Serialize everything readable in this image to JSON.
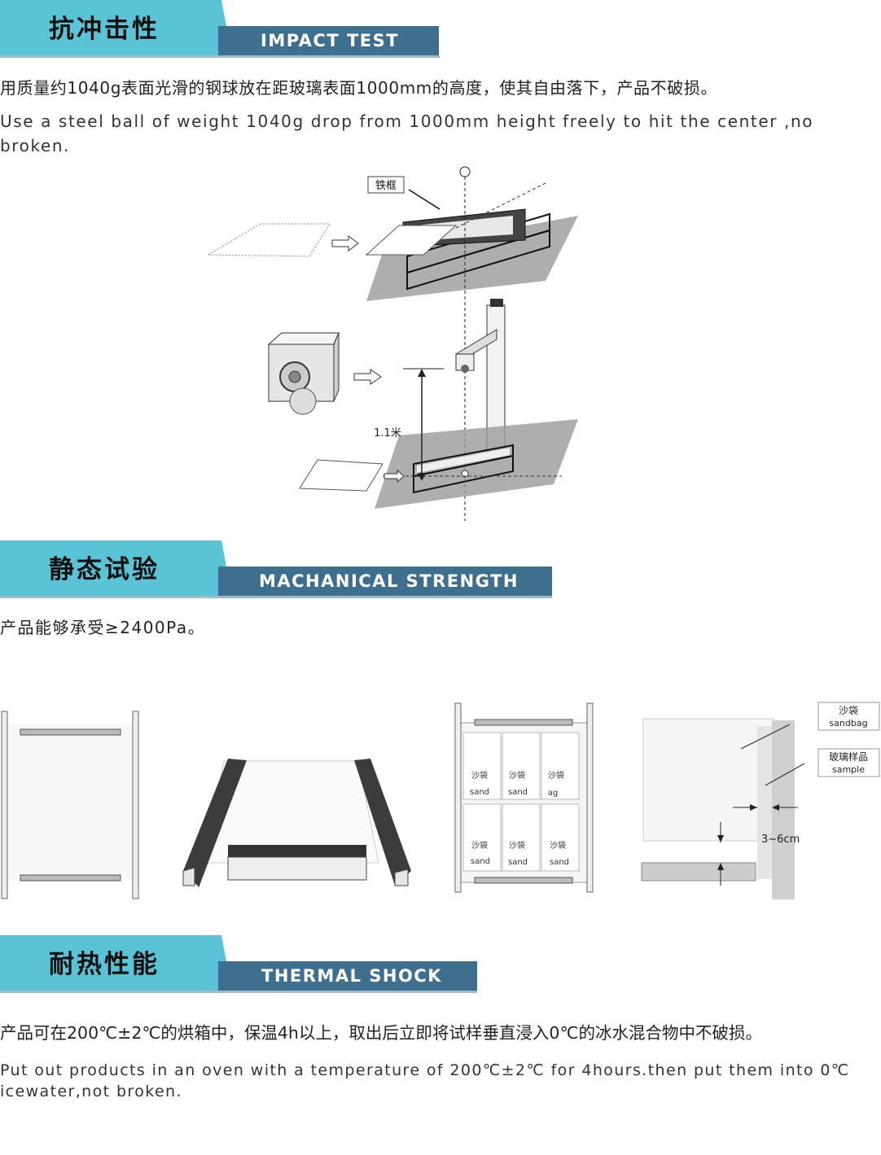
{
  "impact": {
    "title_cn": "抗冲击性",
    "title_en": "IMPACT TEST",
    "desc_cn": "用质量约1040g表面光滑的钢球放在距玻璃表面1000mm的高度，使其自由落下，产品不破损。",
    "desc_en": "Use a steel ball of weight 1040g drop from 1000mm height freely to hit the center ,no broken.",
    "label_frame": "铁框",
    "label_height": "1.1米"
  },
  "mechanical": {
    "title_cn": "静态试验",
    "title_en": "MACHANICAL STRENGTH",
    "desc_cn": "产品能够承受≥2400Pa。",
    "bag_cn": "沙袋",
    "bag_en": [
      "sand",
      "sand",
      "ag",
      "sand",
      "sand",
      "sand"
    ],
    "callout_bag_cn": "沙袋",
    "callout_bag_en": "sandbag",
    "callout_sample_cn": "玻璃样品",
    "callout_sample_en": "sample",
    "dim_label": "3~6cm"
  },
  "thermal": {
    "title_cn": "耐热性能",
    "title_en": "THERMAL SHOCK",
    "desc_cn": "产品可在200℃±2℃的烘箱中，保温4h以上，取出后立即将试样垂直浸入0℃的冰水混合物中不破损。",
    "desc_en": "Put out products in an oven with a temperature of 200℃±2℃ for 4hours.then put them into 0℃ icewater,not broken."
  },
  "colors": {
    "header_cyan": "#5bc3d6",
    "header_navy": "#3f6f8e"
  }
}
